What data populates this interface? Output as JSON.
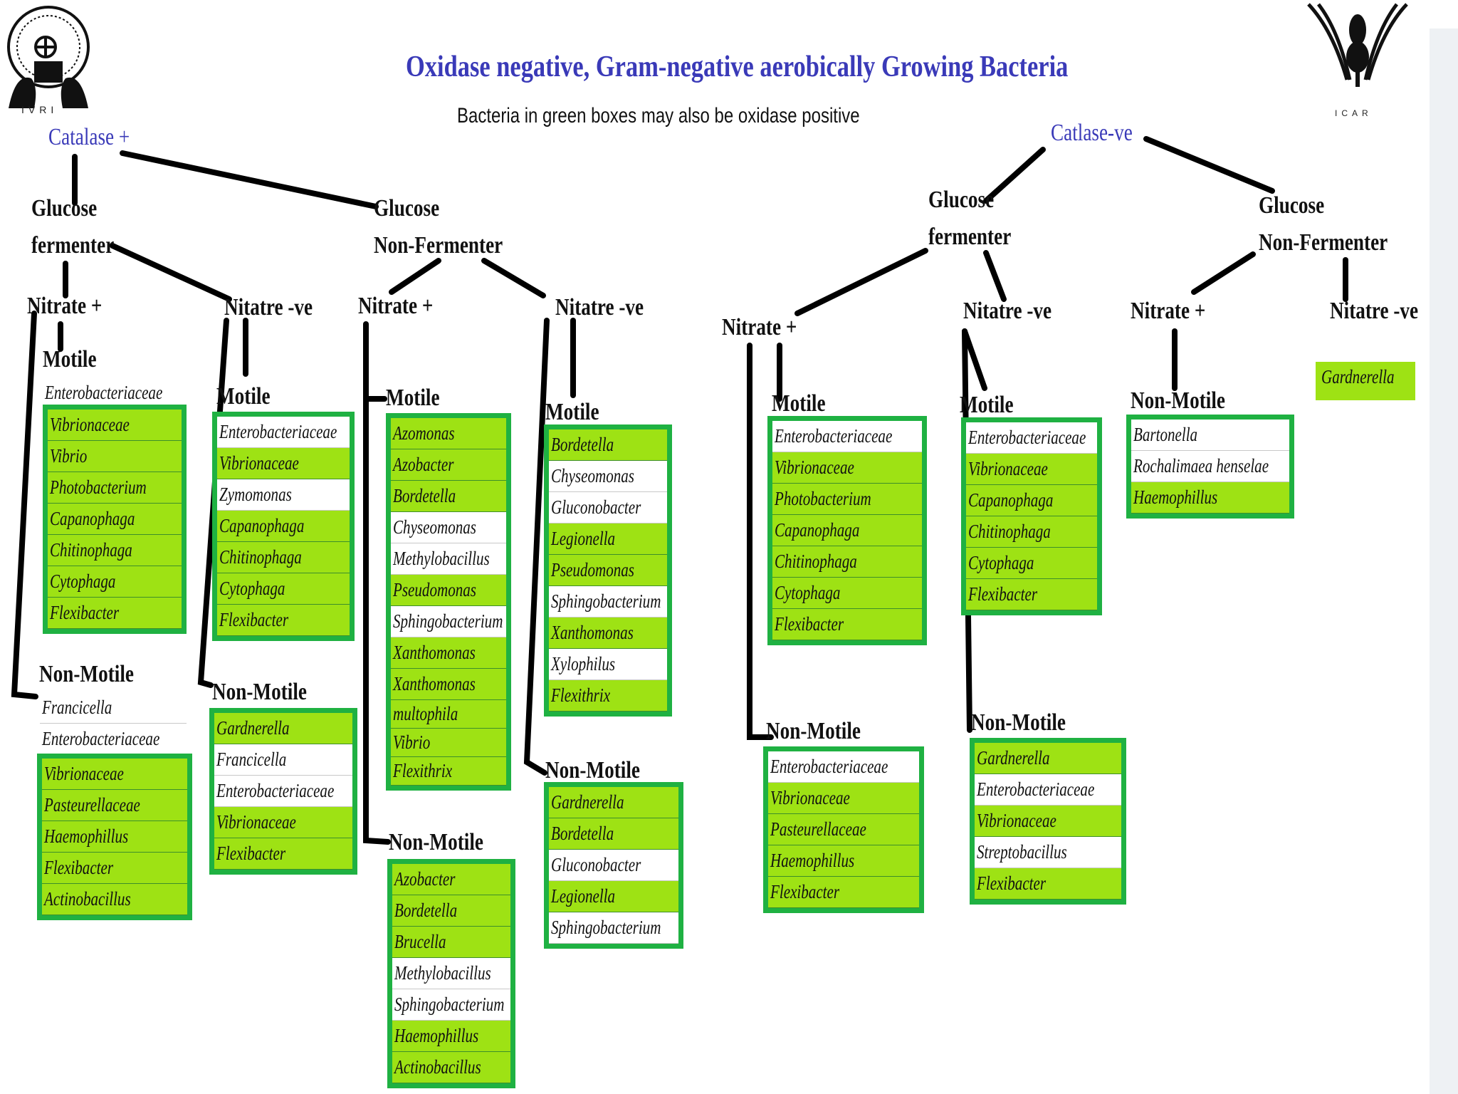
{
  "header": {
    "title": "Oxidase negative, Gram-negative aerobically Growing Bacteria",
    "subtitle": "Bacteria in green boxes may also be oxidase positive",
    "logo_left_text": "IVRI",
    "logo_right_text": "ICAR"
  },
  "colors": {
    "title": "#3a3ab8",
    "box_border": "#1fb142",
    "box_fill": "#9ee214"
  },
  "nodes": {
    "catalase_pos": "Catalase +",
    "catalase_neg": "Catlase-ve",
    "cp_glu_ferm_1": "Glucose",
    "cp_glu_ferm_2": "fermenter",
    "cp_glu_nonferm_1": "Glucose",
    "cp_glu_nonferm_2": "Non-Fermenter",
    "cn_glu_ferm_1": "Glucose",
    "cn_glu_ferm_2": "fermenter",
    "cn_glu_nonferm_1": "Glucose",
    "cn_glu_nonferm_2": "Non-Fermenter",
    "n1": "Nitrate +",
    "n2": "Nitatre -ve",
    "n3": "Nitrate +",
    "n4": "Nitatre -ve",
    "n5": "Nitrate +",
    "n6": "Nitatre -ve",
    "n7": "Nitrate +",
    "n8": "Nitatre -ve",
    "m1": "Motile",
    "m2": "Motile",
    "m3": "Motile",
    "m4": "Motile",
    "m5": "Motile",
    "m6": "Motile",
    "m7": "Non-Motile",
    "nm1": "Non-Motile",
    "nm2": "Non-Motile",
    "nm3": "Non-Motile",
    "nm4": "Non-Motile",
    "nm5": "Non-Motile",
    "nm6": "Non-Motile"
  },
  "lists": {
    "m1_white": [
      "Enterobacteriaceae"
    ],
    "m1_green": [
      "Vibrionaceae",
      "Vibrio",
      "Photobacterium",
      "Capanophaga",
      "Chitinophaga",
      "Cytophaga",
      "Flexibacter"
    ],
    "m2": [
      "Enterobacteriaceae",
      "Vibrionaceae",
      "Zymomonas",
      "Capanophaga",
      "Chitinophaga",
      "Cytophaga",
      "Flexibacter"
    ],
    "m3": [
      "Azomonas",
      "Azobacter",
      "Bordetella",
      "Chyseomonas",
      "Methylobacillus",
      "Pseudomonas",
      "Sphingobacterium",
      "Xanthomonas",
      "Xanthomonas",
      "multophila",
      "Vibrio",
      "Flexithrix"
    ],
    "m4": [
      "Bordetella",
      "Chyseomonas",
      "Gluconobacter",
      "Legionella",
      "Pseudomonas",
      "Sphingobacterium",
      "Xanthomonas",
      "Xylophilus",
      "Flexithrix"
    ],
    "m5": [
      "Enterobacteriaceae",
      "Vibrionaceae",
      "Photobacterium",
      "Capanophaga",
      "Chitinophaga",
      "Cytophaga",
      "Flexibacter"
    ],
    "m6": [
      "Enterobacteriaceae",
      "Vibrionaceae",
      "Capanophaga",
      "Chitinophaga",
      "Cytophaga",
      "Flexibacter"
    ],
    "m7": [
      "Bartonella",
      "Rochalimaea henselae",
      "Haemophillus"
    ],
    "nm1_white": [
      "Francicella",
      "Enterobacteriaceae"
    ],
    "nm1_green": [
      "Vibrionaceae",
      "Pasteurellaceae",
      "Haemophillus",
      "Flexibacter",
      "Actinobacillus"
    ],
    "nm2": [
      "Gardnerella",
      "Francicella",
      "Enterobacteriaceae",
      "Vibrionaceae",
      "Flexibacter"
    ],
    "nm3": [
      "Azobacter",
      "Bordetella",
      "Brucella",
      "Methylobacillus",
      "Sphingobacterium",
      "Haemophillus",
      "Actinobacillus"
    ],
    "nm4": [
      "Gardnerella",
      "Bordetella",
      "Gluconobacter",
      "Legionella",
      "Sphingobacterium"
    ],
    "nm5": [
      "Enterobacteriaceae",
      "Vibrionaceae",
      "Pasteurellaceae",
      "Haemophillus",
      "Flexibacter"
    ],
    "nm6": [
      "Gardnerella",
      "Enterobacteriaceae",
      "Vibrionaceae",
      "Streptobacillus",
      "Flexibacter"
    ],
    "n8_box": [
      "Gardnerella"
    ]
  },
  "row_colors": {
    "m2": [
      "w",
      "g",
      "w",
      "g",
      "g",
      "g",
      "g"
    ],
    "m3": [
      "g",
      "g",
      "g",
      "w",
      "w",
      "g",
      "w",
      "g",
      "g",
      "g",
      "g",
      "g"
    ],
    "m4": [
      "g",
      "w",
      "w",
      "g",
      "g",
      "w",
      "g",
      "w",
      "g"
    ],
    "m5": [
      "w",
      "g",
      "g",
      "g",
      "g",
      "g",
      "g"
    ],
    "m6": [
      "w",
      "g",
      "g",
      "g",
      "g",
      "g"
    ],
    "m7": [
      "w",
      "w",
      "g"
    ],
    "nm2": [
      "g",
      "w",
      "w",
      "g",
      "g"
    ],
    "nm3": [
      "g",
      "g",
      "g",
      "w",
      "w",
      "g",
      "g"
    ],
    "nm4": [
      "g",
      "g",
      "w",
      "g",
      "w"
    ],
    "nm5": [
      "w",
      "g",
      "g",
      "g",
      "g"
    ],
    "nm6": [
      "g",
      "w",
      "g",
      "w",
      "g"
    ]
  }
}
